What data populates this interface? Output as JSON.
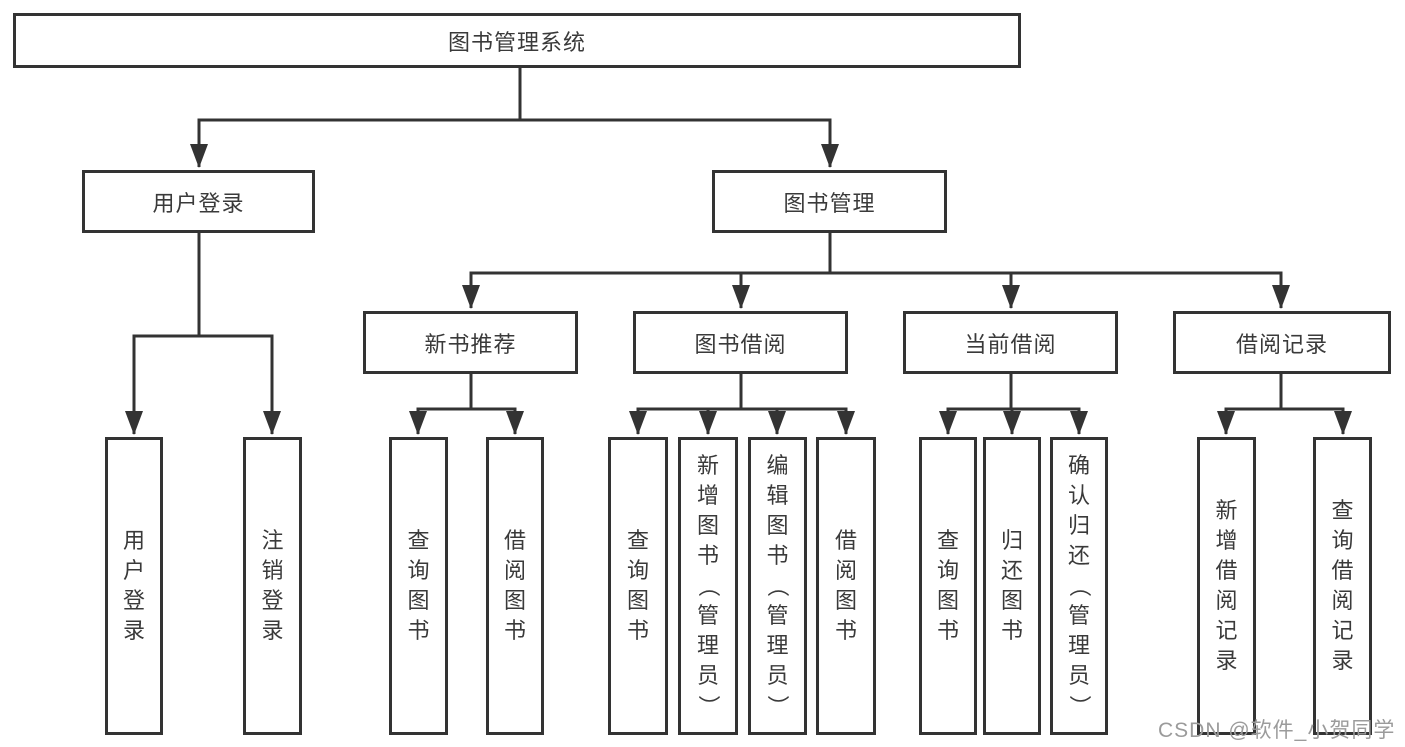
{
  "tree": {
    "root": {
      "label": "图书管理系统",
      "children": [
        {
          "label": "用户登录",
          "children": [
            {
              "label": "用户登录"
            },
            {
              "label": "注销登录"
            }
          ]
        },
        {
          "label": "图书管理",
          "children": [
            {
              "label": "新书推荐",
              "children": [
                {
                  "label": "查询图书"
                },
                {
                  "label": "借阅图书"
                }
              ]
            },
            {
              "label": "图书借阅",
              "children": [
                {
                  "label": "查询图书"
                },
                {
                  "label": "新增图书（管理员）"
                },
                {
                  "label": "编辑图书（管理员）"
                },
                {
                  "label": "借阅图书"
                }
              ]
            },
            {
              "label": "当前借阅",
              "children": [
                {
                  "label": "查询图书"
                },
                {
                  "label": "归还图书"
                },
                {
                  "label": "确认归还（管理员）"
                }
              ]
            },
            {
              "label": "借阅记录",
              "children": [
                {
                  "label": "新增借阅记录"
                },
                {
                  "label": "查询借阅记录"
                }
              ]
            }
          ]
        }
      ]
    }
  },
  "watermark": {
    "text": "CSDN @软件_小贺同学"
  },
  "colors": {
    "line": "#333333",
    "box_border": "#333333",
    "box_fill": "#ffffff",
    "text": "#3a3a3a",
    "watermark": "#9b9b9b",
    "background": "#ffffff"
  }
}
